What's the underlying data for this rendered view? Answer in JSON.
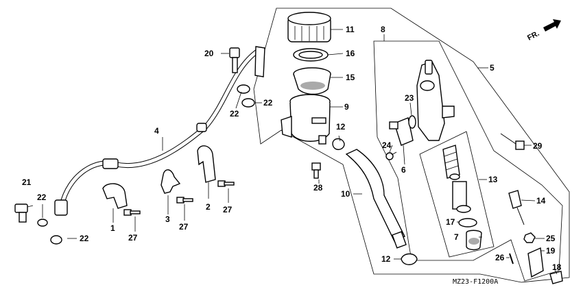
{
  "direction_label": "FR.",
  "diagram_code": "MZ23-F1200A",
  "callouts": {
    "c1": "1",
    "c2": "2",
    "c3": "3",
    "c4": "4",
    "c5": "5",
    "c6": "6",
    "c7": "7",
    "c8": "8",
    "c9": "9",
    "c10": "10",
    "c11": "11",
    "c12a": "12",
    "c12b": "12",
    "c13": "13",
    "c14": "14",
    "c15": "15",
    "c16": "16",
    "c17": "17",
    "c18": "18",
    "c19": "19",
    "c20": "20",
    "c21": "21",
    "c22a": "22",
    "c22b": "22",
    "c22c": "22",
    "c22d": "22",
    "c23": "23",
    "c24": "24",
    "c25": "25",
    "c26": "26",
    "c27a": "27",
    "c27b": "27",
    "c27c": "27",
    "c28": "28",
    "c29": "29"
  }
}
